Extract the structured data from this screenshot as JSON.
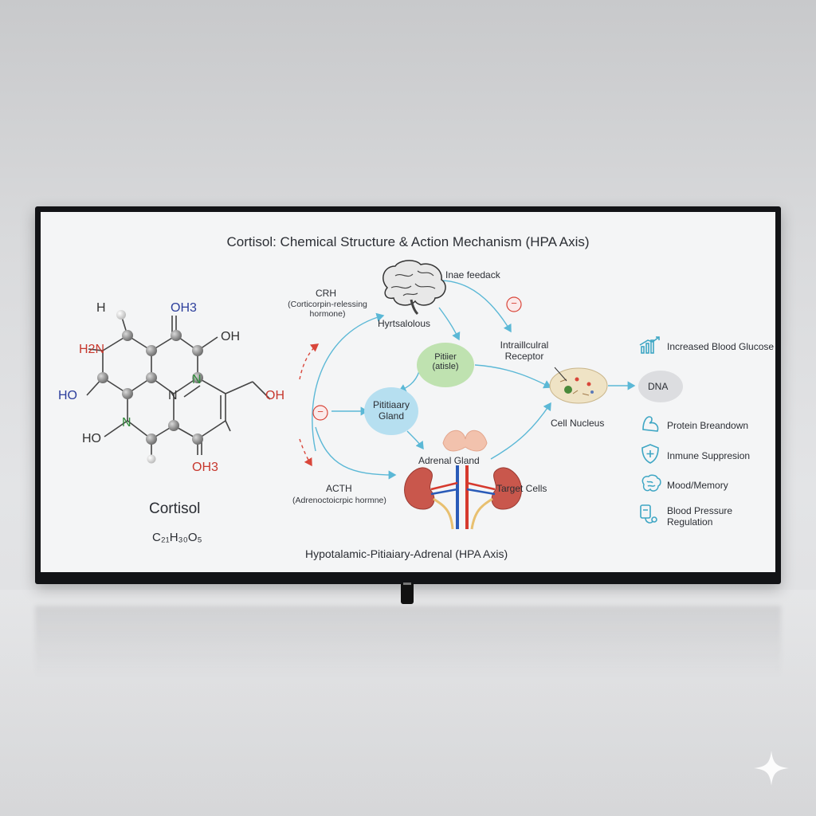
{
  "title": "Cortisol: Chemical Structure & Action Mechanism (HPA Axis)",
  "molecule": {
    "name": "Cortisol",
    "formula": "C₂₁H₃₀O₅",
    "atoms": {
      "h_top": "H",
      "oh3_top": "OH3",
      "oh_right": "OH",
      "h2n": "H2N",
      "n_center_right": "N",
      "oh_chain": "OH",
      "ho_left": "HO",
      "n_center": "N",
      "n_lower": "N",
      "ho_lower": "HO",
      "oh3_bottom": "OH3"
    }
  },
  "hpa": {
    "crh_label": "CRH",
    "crh_full": "(Corticorpin-relessing\nhormone)",
    "feedback_label": "Inae feedack",
    "hypothalamus_label": "Hyrtsalolous",
    "pituitary_center_label": "Pitiier\n(atisle)",
    "pituitary_gland_label": "Pititiaary\nGland",
    "adrenal_label": "Adrenal Gland",
    "acth_label": "ACTH",
    "acth_full": "(Adrenoctoicrpic hormne)",
    "target_cells_label": "Target Cells",
    "receptor_label": "Intraillculral\nReceptor",
    "nucleus_label": "Cell Nucleus",
    "dna_label": "DNA",
    "axis_caption": "Hypotalamic-Pitiaiary-Adrenal (HPA Axis)",
    "minus_sign": "−"
  },
  "effects": [
    {
      "icon": "chart-up-icon",
      "label": "Increased Blood Glucose"
    },
    {
      "icon": "muscle-icon",
      "label": "Protein Breandown"
    },
    {
      "icon": "shield-plus-icon",
      "label": "Inmune Suppresion"
    },
    {
      "icon": "brain-icon",
      "label": "Mood/Memory"
    },
    {
      "icon": "blood-pressure-icon",
      "label": "Blood Pressure\nRegulation"
    }
  ],
  "colors": {
    "arrow_blue": "#5bb8d6",
    "arrow_red": "#d9463a",
    "pituitary_green": "#bfe2b0",
    "pituitary_blue": "#b6dff0",
    "dna_bubble": "#dcdde0",
    "icon_teal": "#3ea6c4"
  }
}
